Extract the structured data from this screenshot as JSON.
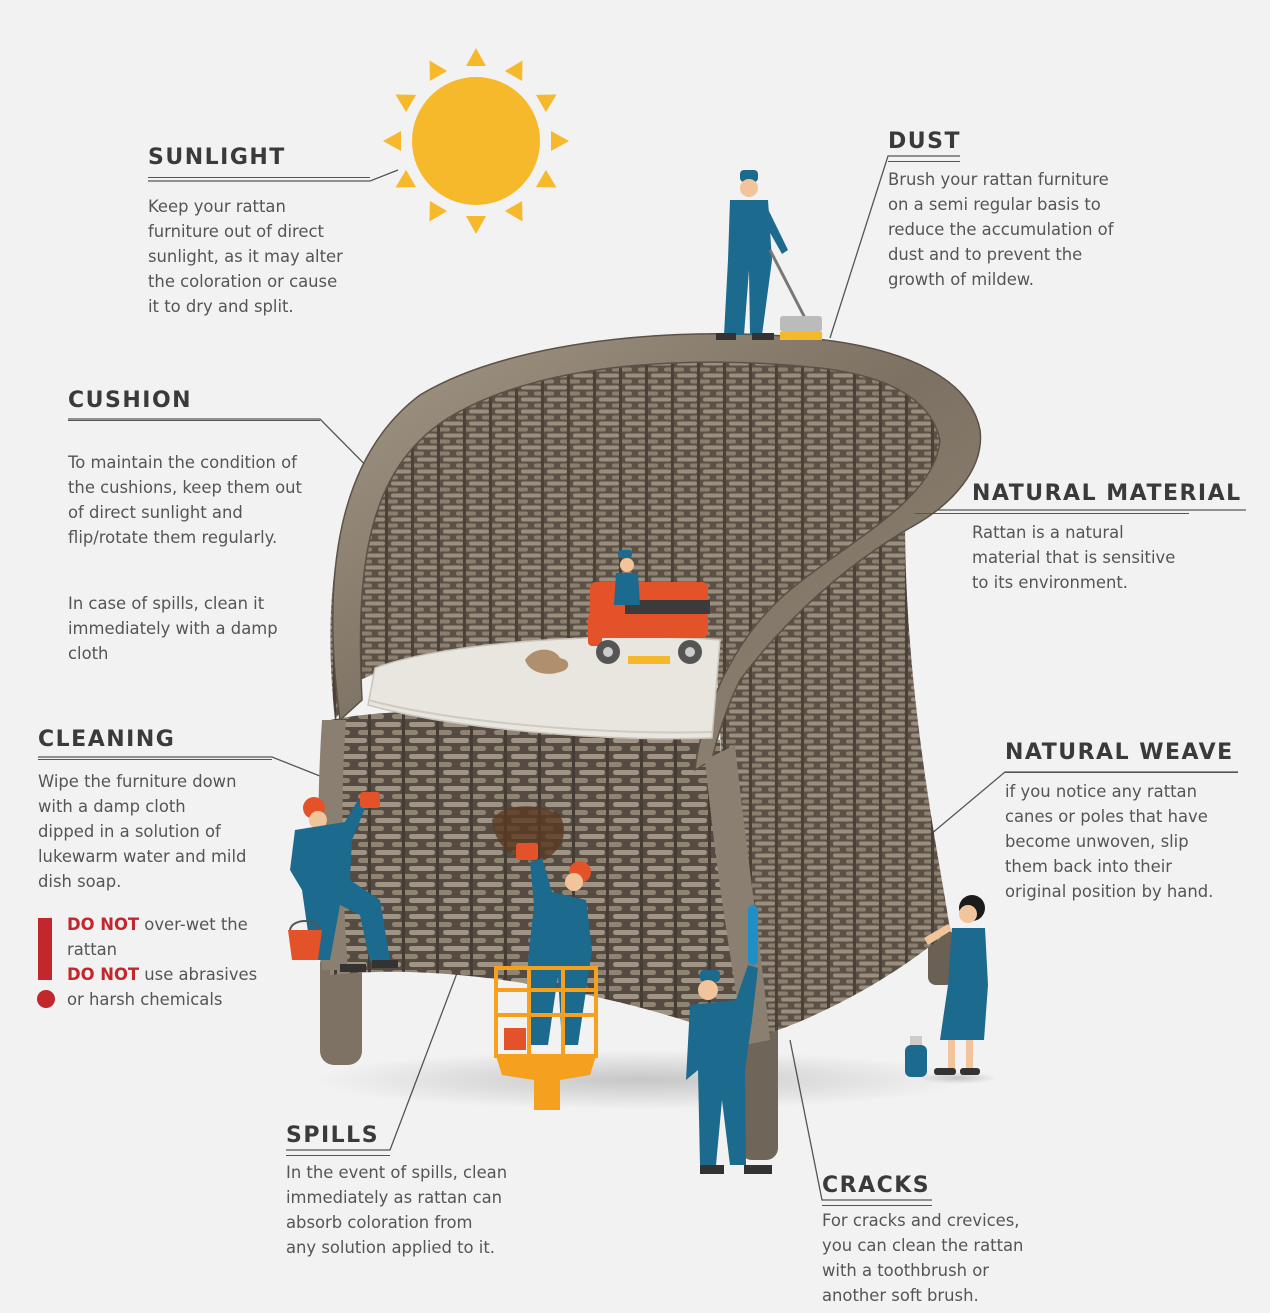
{
  "colors": {
    "background": "#f2f2f2",
    "title_text": "#3a3a3c",
    "body_text": "#555555",
    "warning_red": "#c1272d",
    "sun_yellow": "#f6b92b",
    "uniform_blue": "#1c6a8e",
    "helmet_orange": "#e8542a",
    "lift_orange": "#f5a11f"
  },
  "icons": {
    "sun": "sun-icon",
    "warning": "exclamation-icon",
    "chair": "rattan-chair-illustration"
  },
  "sections": {
    "sunlight": {
      "title": "SUNLIGHT",
      "body": "Keep your rattan\nfurniture out of direct\nsunlight, as it may alter\nthe coloration or cause\nit to dry and split."
    },
    "dust": {
      "title": "DUST",
      "body": "Brush your rattan furniture\non a semi regular basis to\nreduce the accumulation of\ndust and to prevent the\ngrowth of mildew."
    },
    "cushion": {
      "title": "CUSHION",
      "paragraphs": [
        "To maintain the condition of\nthe cushions, keep them out\nof direct sunlight and\nflip/rotate them regularly.",
        "In case of spills, clean it\nimmediately with a damp\ncloth"
      ]
    },
    "natural_material": {
      "title": "NATURAL MATERIAL",
      "body": "Rattan is a natural\nmaterial that is sensitive\nto its environment."
    },
    "cleaning": {
      "title": "CLEANING",
      "body": "Wipe the furniture down\nwith a damp cloth\ndipped in a solution of\nlukewarm water and mild\ndish soap.",
      "warnings": [
        {
          "emphasis": "DO NOT",
          "text": " over-wet the\nrattan"
        },
        {
          "emphasis": "DO NOT",
          "text": " use abrasives\nor harsh chemicals"
        }
      ]
    },
    "natural_weave": {
      "title": "NATURAL WEAVE",
      "body": "if you notice any rattan\ncanes or poles that have\nbecome unwoven, slip\nthem back into their\noriginal position by hand."
    },
    "spills": {
      "title": "SPILLS",
      "body": "In the event of spills, clean\nimmediately as rattan can\nabsorb coloration from\nany solution applied to it."
    },
    "cracks": {
      "title": "CRACKS",
      "body": "For cracks and crevices,\nyou can clean the rattan\nwith a toothbrush or\nanother soft brush."
    }
  }
}
